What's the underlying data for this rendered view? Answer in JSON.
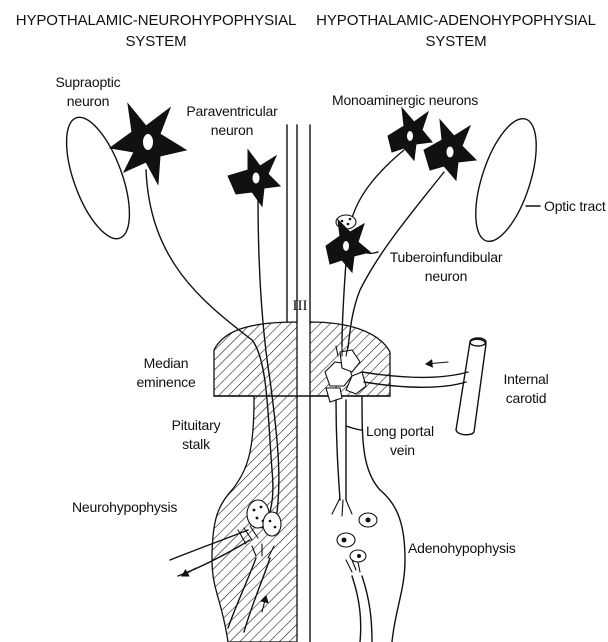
{
  "headers": {
    "left": [
      "HYPOTHALAMIC-NEUROHYPOPHYSIAL",
      "SYSTEM"
    ],
    "right": [
      "HYPOTHALAMIC-ADENOHYPOPHYSIAL",
      "SYSTEM"
    ]
  },
  "labels": {
    "supraoptic": [
      "Supraoptic",
      "neuron"
    ],
    "paraventricular": [
      "Paraventricular",
      "neuron"
    ],
    "third_ventricle": "III",
    "monoaminergic": "Monoaminergic neurons",
    "optic_tract": "Optic tract",
    "tuberoinfundibular": [
      "Tuberoinfundibular",
      "neuron"
    ],
    "median_eminence": [
      "Median",
      "eminence"
    ],
    "pituitary_stalk": [
      "Pituitary",
      "stalk"
    ],
    "internal_carotid": [
      "Internal",
      "carotid"
    ],
    "long_portal_vein": [
      "Long portal",
      "vein"
    ],
    "neurohypophysis": "Neurohypophysis",
    "adenohypophysis": "Adenohypophysis"
  }
}
